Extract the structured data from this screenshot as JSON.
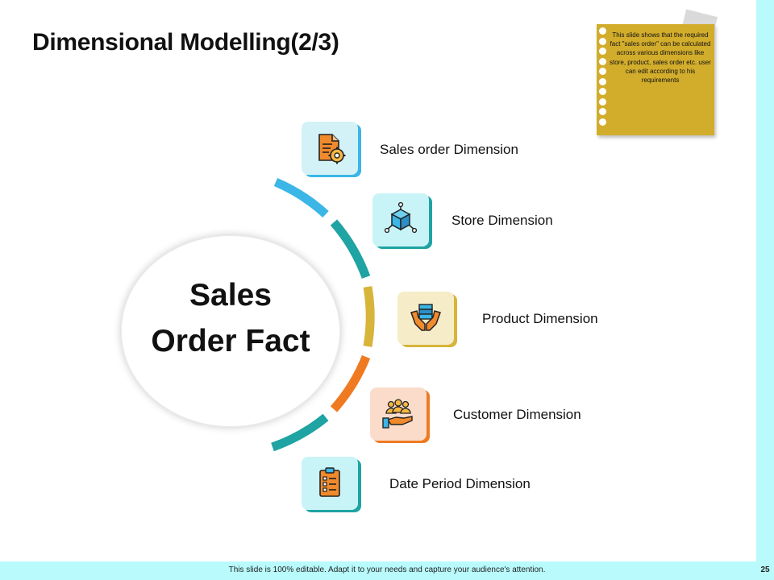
{
  "title": "Dimensional Modelling(2/3)",
  "note": {
    "text": "This slide shows that the required fact \"sales order\" can be calculated across various dimensions like store, product, sales order etc. user can edit according to his requirements"
  },
  "center": {
    "line1": "Sales",
    "line2": "Order Fact"
  },
  "dimensions": [
    {
      "label": "Sales order Dimension",
      "icon": "document-gear-icon",
      "color": "#3bb6e6"
    },
    {
      "label": "Store Dimension",
      "icon": "cube-network-icon",
      "color": "#1fa3a3"
    },
    {
      "label": "Product Dimension",
      "icon": "hands-holding-box-icon",
      "color": "#d7b43a"
    },
    {
      "label": "Customer Dimension",
      "icon": "hand-people-icon",
      "color": "#ef7a22"
    },
    {
      "label": "Date Period Dimension",
      "icon": "clipboard-checklist-icon",
      "color": "#1fa3a3"
    }
  ],
  "footer": {
    "text": "This slide is 100% editable. Adapt it to your needs and capture your audience's attention.",
    "page": "25"
  }
}
